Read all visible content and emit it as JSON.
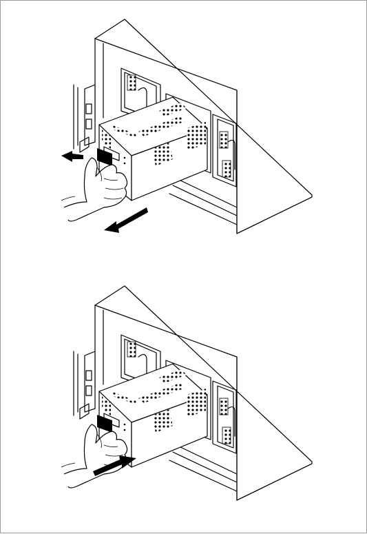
{
  "figure": {
    "panels": [
      {
        "id": "removal",
        "arrow_direction": "out"
      },
      {
        "id": "insertion",
        "arrow_direction": "in"
      }
    ],
    "colors": {
      "line": "#000000",
      "background": "#ffffff",
      "border": "#9a9a9a"
    }
  }
}
